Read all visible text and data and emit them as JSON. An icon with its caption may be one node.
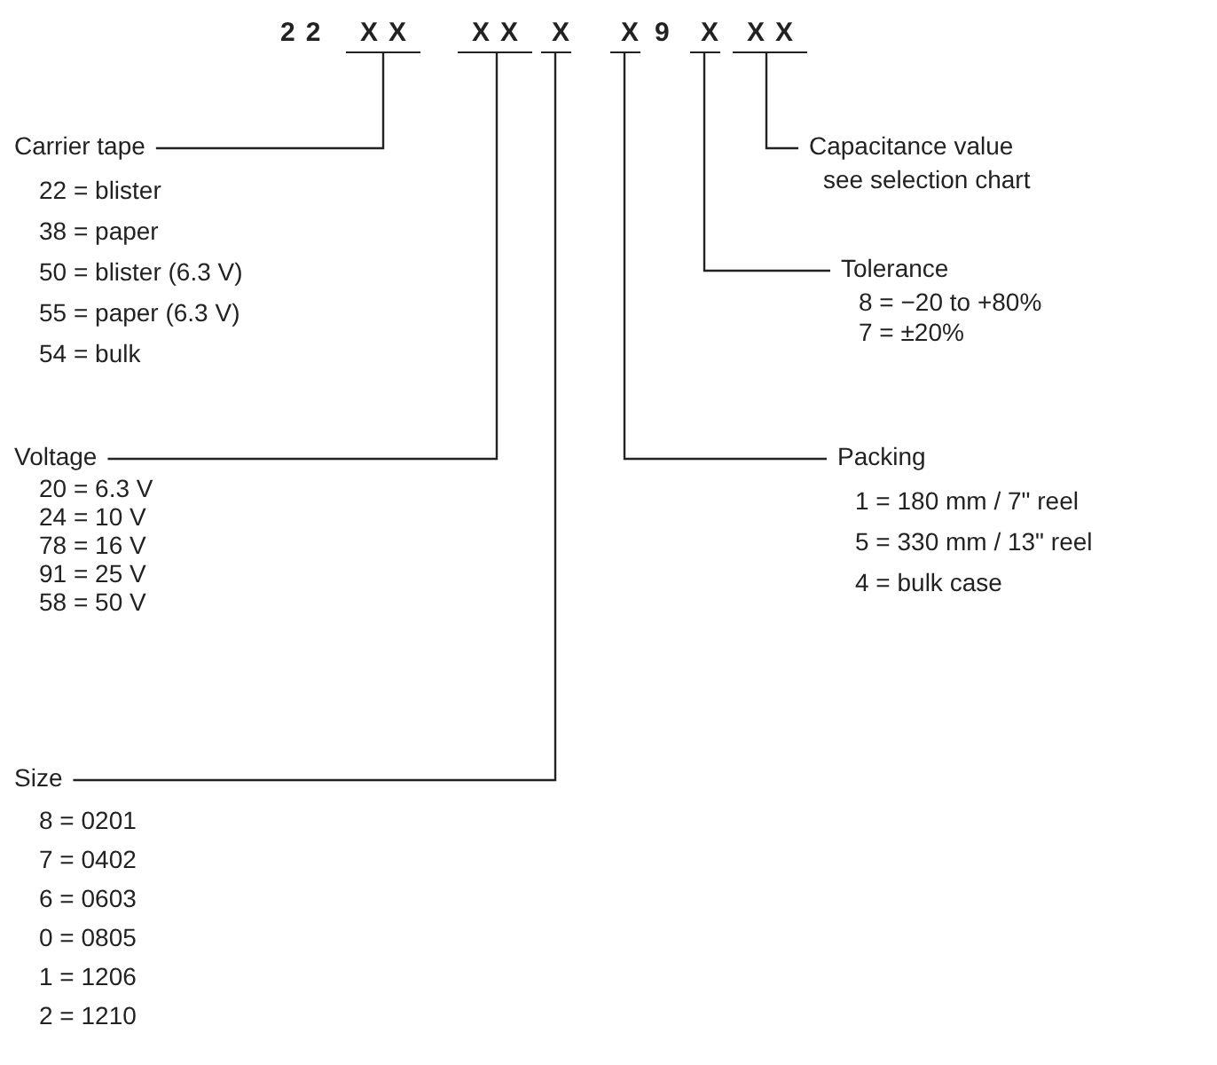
{
  "diagram": {
    "nodes": [
      {
        "text": [
          "XX"
        ]
      },
      {
        "text": [
          "XX"
        ]
      },
      {
        "text": [
          "X"
        ]
      },
      {
        "text": [
          "X"
        ]
      },
      {
        "text": [
          "X"
        ]
      },
      {
        "text": [
          "XX"
        ]
      },
      {
        "text": [
          "Carrier tape",
          "22 = blister",
          "38 = paper",
          "50 = blister (6.3 V)",
          "55 = paper (6.3 V)",
          "54 = bulk"
        ]
      },
      {
        "text": [
          "Capacitance value",
          "see selection chart"
        ]
      },
      {
        "text": [
          "Tolerance",
          "8 = −20 to +80%",
          "7 = ±20%"
        ]
      },
      {
        "text": [
          "Voltage",
          "20 = 6.3 V",
          "24 = 10 V",
          "78 = 16 V",
          "91 = 25 V",
          "58 = 50 V"
        ]
      },
      {
        "text": [
          "Packing",
          "1 = 180 mm / 7\" reel",
          "5 = 330 mm / 13\" reel",
          "4 = bulk case"
        ]
      },
      {
        "text": [
          "Size",
          "8 = 0201",
          "7 = 0402",
          "6 = 0603",
          "0 = 0805",
          "1 = 1206",
          "2 = 1210"
        ]
      }
    ],
    "edges": [
      {
        "from": 6,
        "to": 0,
        "arrow": "none"
      },
      {
        "from": 7,
        "to": 5,
        "arrow": "none"
      },
      {
        "from": 8,
        "to": 4,
        "arrow": "none"
      },
      {
        "from": 9,
        "to": 1,
        "arrow": "none"
      },
      {
        "from": 10,
        "to": 3,
        "arrow": "none"
      },
      {
        "from": 11,
        "to": 2,
        "arrow": "none"
      }
    ],
    "labels": [
      "22",
      "9"
    ]
  }
}
